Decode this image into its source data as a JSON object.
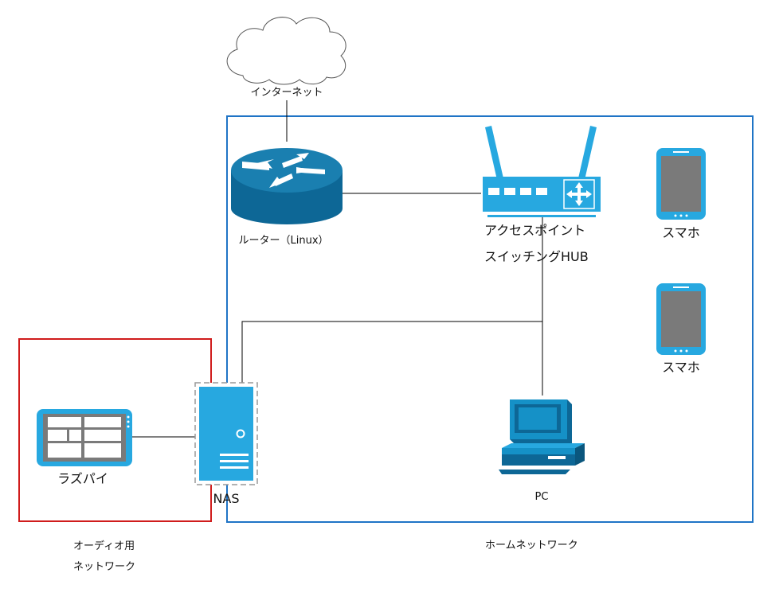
{
  "diagram": {
    "nodes": {
      "internet": {
        "label": "インターネット",
        "icon": "cloud-icon"
      },
      "router": {
        "label": "ルーター（Linux）",
        "icon": "router-icon"
      },
      "access_point": {
        "label_line1": "アクセスポイント",
        "label_line2": "スイッチングHUB",
        "icon": "wireless-router-icon"
      },
      "phone1": {
        "label": "スマホ",
        "icon": "smartphone-icon"
      },
      "phone2": {
        "label": "スマホ",
        "icon": "smartphone-icon"
      },
      "raspberry_pi": {
        "label": "ラズパイ",
        "icon": "tablet-icon"
      },
      "nas": {
        "label": "NAS",
        "icon": "server-icon"
      },
      "pc": {
        "label": "PC",
        "icon": "desktop-pc-icon"
      }
    },
    "groups": {
      "home_network": {
        "label": "ホームネットワーク",
        "color": "#1f74c6"
      },
      "audio_network": {
        "label_line1": "オーディオ用",
        "label_line2": "ネットワーク",
        "color": "#d01c1c"
      }
    },
    "colors": {
      "device_blue": "#27a8e0",
      "router_blue": "#0d6796",
      "gray": "#7a7a7a",
      "line": "#000000"
    }
  }
}
